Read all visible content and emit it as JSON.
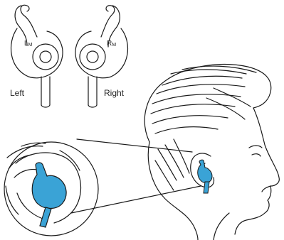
{
  "earbuds": {
    "left": {
      "mark_main": "L",
      "mark_sub": "M",
      "caption": "Left"
    },
    "right": {
      "mark_main": "R",
      "mark_sub": "M",
      "caption": "Right"
    }
  },
  "colors": {
    "line": "#1a1a1a",
    "earbud_accent": "#3aa3d6",
    "background": "#ffffff"
  }
}
